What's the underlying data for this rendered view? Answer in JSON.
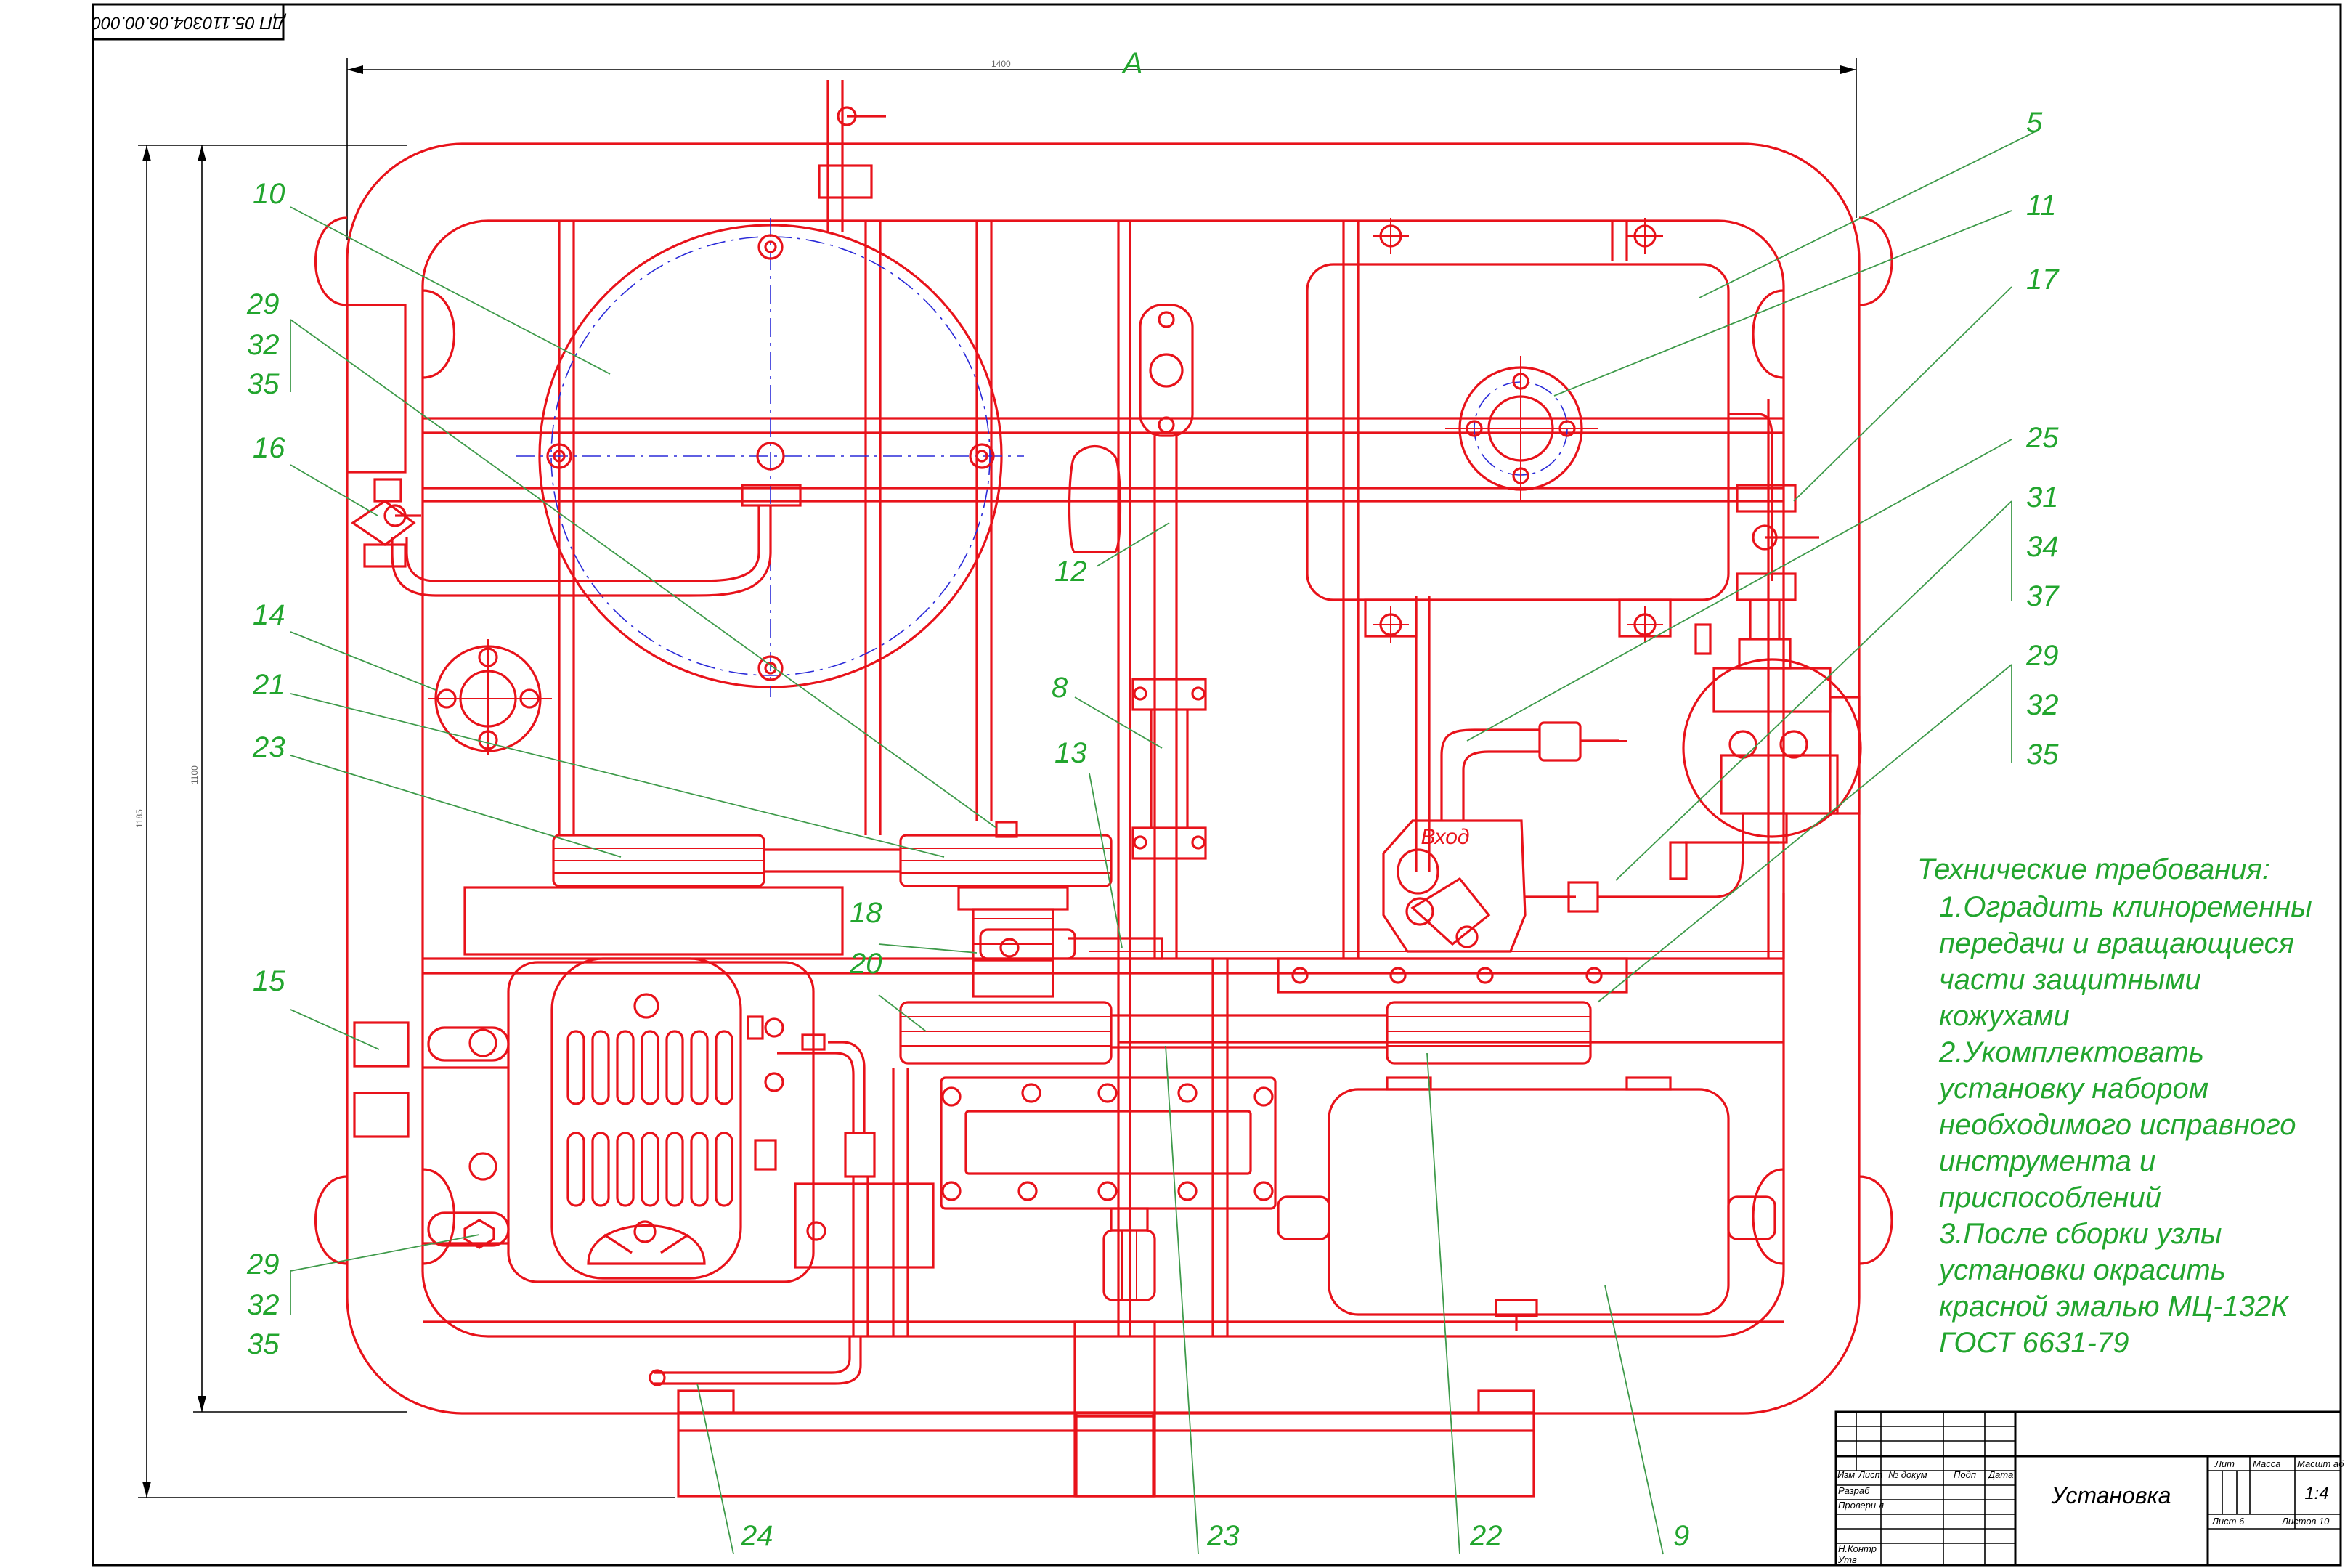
{
  "drawing": {
    "code": "ДП 05.110304.06.00.000",
    "view_label": "А",
    "dimensions": {
      "overall_width": "1400",
      "overall_height": "1185",
      "inner_height": "1100"
    },
    "callouts": [
      {
        "id": "c5",
        "text": "5"
      },
      {
        "id": "c11",
        "text": "11"
      },
      {
        "id": "c17",
        "text": "17"
      },
      {
        "id": "c25",
        "text": "25"
      },
      {
        "id": "c31",
        "text": "31"
      },
      {
        "id": "c34",
        "text": "34"
      },
      {
        "id": "c37",
        "text": "37"
      },
      {
        "id": "c29r",
        "text": "29"
      },
      {
        "id": "c32r",
        "text": "32"
      },
      {
        "id": "c35r",
        "text": "35"
      },
      {
        "id": "c10",
        "text": "10"
      },
      {
        "id": "c29a",
        "text": "29"
      },
      {
        "id": "c32a",
        "text": "32"
      },
      {
        "id": "c35a",
        "text": "35"
      },
      {
        "id": "c16",
        "text": "16"
      },
      {
        "id": "c14",
        "text": "14"
      },
      {
        "id": "c21",
        "text": "21"
      },
      {
        "id": "c23a",
        "text": "23"
      },
      {
        "id": "c12",
        "text": "12"
      },
      {
        "id": "c8",
        "text": "8"
      },
      {
        "id": "c13",
        "text": "13"
      },
      {
        "id": "c18",
        "text": "18"
      },
      {
        "id": "c20",
        "text": "20"
      },
      {
        "id": "c15",
        "text": "15"
      },
      {
        "id": "c29b",
        "text": "29"
      },
      {
        "id": "c32b",
        "text": "32"
      },
      {
        "id": "c35b",
        "text": "35"
      },
      {
        "id": "c24",
        "text": "24"
      },
      {
        "id": "c23b",
        "text": "23"
      },
      {
        "id": "c22",
        "text": "22"
      },
      {
        "id": "c9",
        "text": "9"
      }
    ],
    "inlet_label": "Вход",
    "tech_requirements": {
      "title": "Технические требования:",
      "lines": [
        "1.Оградить клиноременны",
        "передачи и вращающиеся",
        "части защитными",
        "кожухами",
        "2.Укомплектовать",
        "установку набором",
        "необходимого исправного",
        "инструмента и",
        "приспособлений",
        "3.После сборки узлы",
        "установки окрасить",
        "красной эмалью МЦ-132К",
        "ГОСТ 6631-79"
      ]
    },
    "title_block": {
      "title": "Установка",
      "col_headers": [
        "Изм",
        "Лист",
        "№ докум",
        "Подп",
        "Дата"
      ],
      "rows": [
        "Разраб",
        "Провери л",
        "Н.Контр",
        "Утв"
      ],
      "lit": "Лит",
      "mass": "Масса",
      "scale_header": "Масшт аб",
      "scale": "1:4",
      "sheet": "Лист 6",
      "sheets": "Листов 10"
    }
  },
  "colors": {
    "drawing": "#e8121a",
    "frame": "#000000",
    "labels": "#22a52e",
    "leaders": "#3e9a4a",
    "centerlines": "#2a2ad8"
  }
}
